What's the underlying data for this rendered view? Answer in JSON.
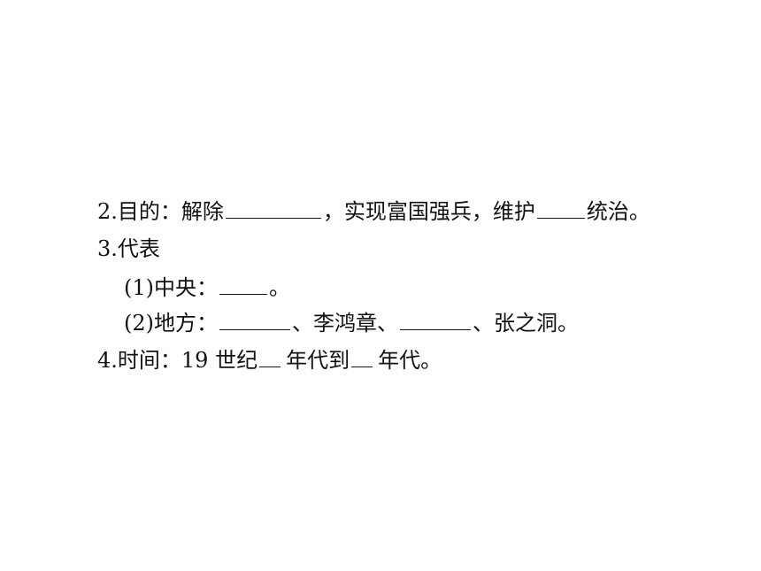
{
  "lines": {
    "purpose": {
      "prefix": "2.目的：解除",
      "middle": "，实现富国强兵，维护",
      "suffix": "统治。"
    },
    "rep_heading": "3.代表",
    "central": {
      "prefix": "(1)中央：",
      "suffix": "。"
    },
    "local": {
      "prefix": "(2)地方：",
      "middle": "、李鸿章、",
      "suffix": "、张之洞。"
    },
    "time": {
      "prefix": "4.时间：19 世纪",
      "middle": "年代到",
      "suffix": "年代。"
    }
  }
}
